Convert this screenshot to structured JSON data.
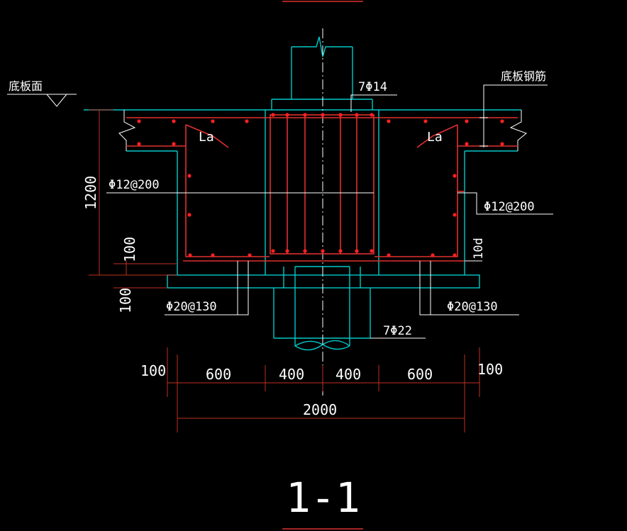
{
  "drawing": {
    "section_title": "1-1",
    "labels": {
      "slab_surface": "底板面",
      "slab_rebar": "底板钢筋",
      "anchor_left": "La",
      "anchor_right": "La",
      "top_bars": "7Φ14",
      "stirrup_left": "Φ12@200",
      "stirrup_right": "Φ12@200",
      "bottom_left": "Φ20@130",
      "bottom_right": "Φ20@130",
      "pile_bars": "7Φ22",
      "hook_length": "10d"
    },
    "dimensions": {
      "height_main": "1200",
      "cushion_top": "100",
      "cushion_bottom": "100",
      "seg_1": "100",
      "seg_2": "600",
      "seg_3": "400",
      "seg_4": "400",
      "seg_5": "600",
      "seg_6": "100",
      "total": "2000"
    },
    "colors": {
      "concrete_outline": "#00c8c8",
      "rebar": "#e03030",
      "dimension": "#c03020",
      "text": "#ffffff",
      "background": "#000000"
    }
  }
}
